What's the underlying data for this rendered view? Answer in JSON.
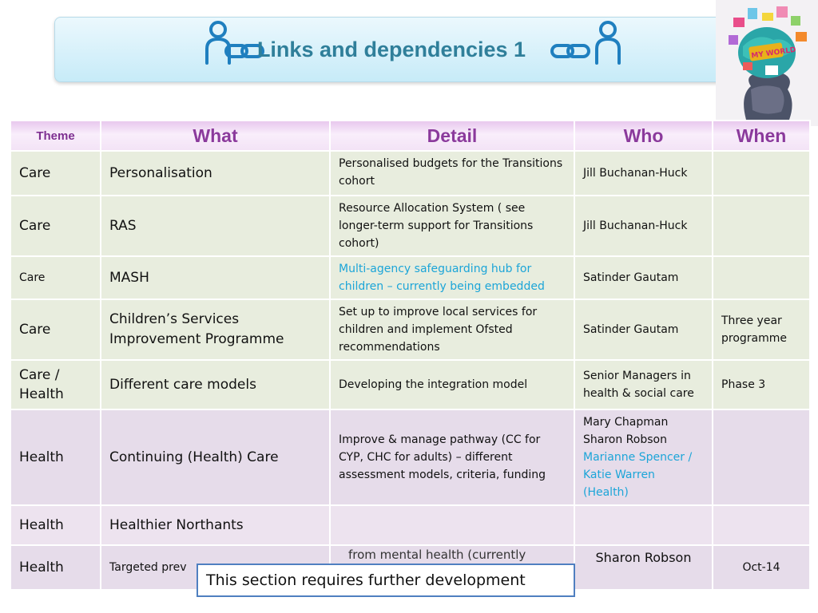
{
  "title": "Links and dependencies 1",
  "colors": {
    "title_text": "#2f7f9a",
    "header_text": "#8b3a9c",
    "care_row": "#e8edde",
    "health_row": "#e6dcea",
    "link_blue": "#1ca5d8",
    "icon_blue": "#1f7fbf"
  },
  "icons": [
    "person-link-icon-left",
    "person-link-icon-right"
  ],
  "photo_caption": "MY WORLD",
  "table": {
    "headers": {
      "theme": "Theme",
      "what": "What",
      "detail": "Detail",
      "who": "Who",
      "when": "When"
    },
    "rows": [
      {
        "theme": "Care",
        "what": "Personalisation",
        "detail": "Personalised budgets for the Transitions cohort",
        "who": "Jill Buchanan-Huck",
        "when": ""
      },
      {
        "theme": "Care",
        "what": "RAS",
        "detail": "Resource Allocation System ( see longer-term support for Transitions cohort)",
        "who": "Jill Buchanan-Huck",
        "when": ""
      },
      {
        "theme": "Care",
        "what": "MASH",
        "detail": "Multi-agency safeguarding hub for children – currently being embedded",
        "who": "Satinder Gautam",
        "when": ""
      },
      {
        "theme": "Care",
        "what": "Children’s Services Improvement Programme",
        "detail": "Set up to improve local services for children and implement Ofsted recommendations",
        "who": "Satinder Gautam",
        "when": "Three year programme"
      },
      {
        "theme": "Care / Health",
        "what": "Different care models",
        "detail": "Developing the integration model",
        "who": "Senior Managers in health & social care",
        "when": "Phase 3"
      },
      {
        "theme": "Health",
        "what": "Continuing (Health) Care",
        "detail": "Improve & manage pathway (CC for CYP, CHC for adults) – different assessment models, criteria, funding",
        "who_lines": [
          "Mary Chapman",
          "Sharon Robson"
        ],
        "who_blue": "Marianne Spencer / Katie Warren (Health)",
        "when": ""
      },
      {
        "theme": "Health",
        "what": "Healthier Northants",
        "detail": "",
        "who": "",
        "when": ""
      },
      {
        "theme": "Health",
        "what": "Targeted prev",
        "detail": "from mental health  (currently",
        "who": "Sharon Robson",
        "when": "Oct-14"
      }
    ]
  },
  "note": "This section requires further development"
}
